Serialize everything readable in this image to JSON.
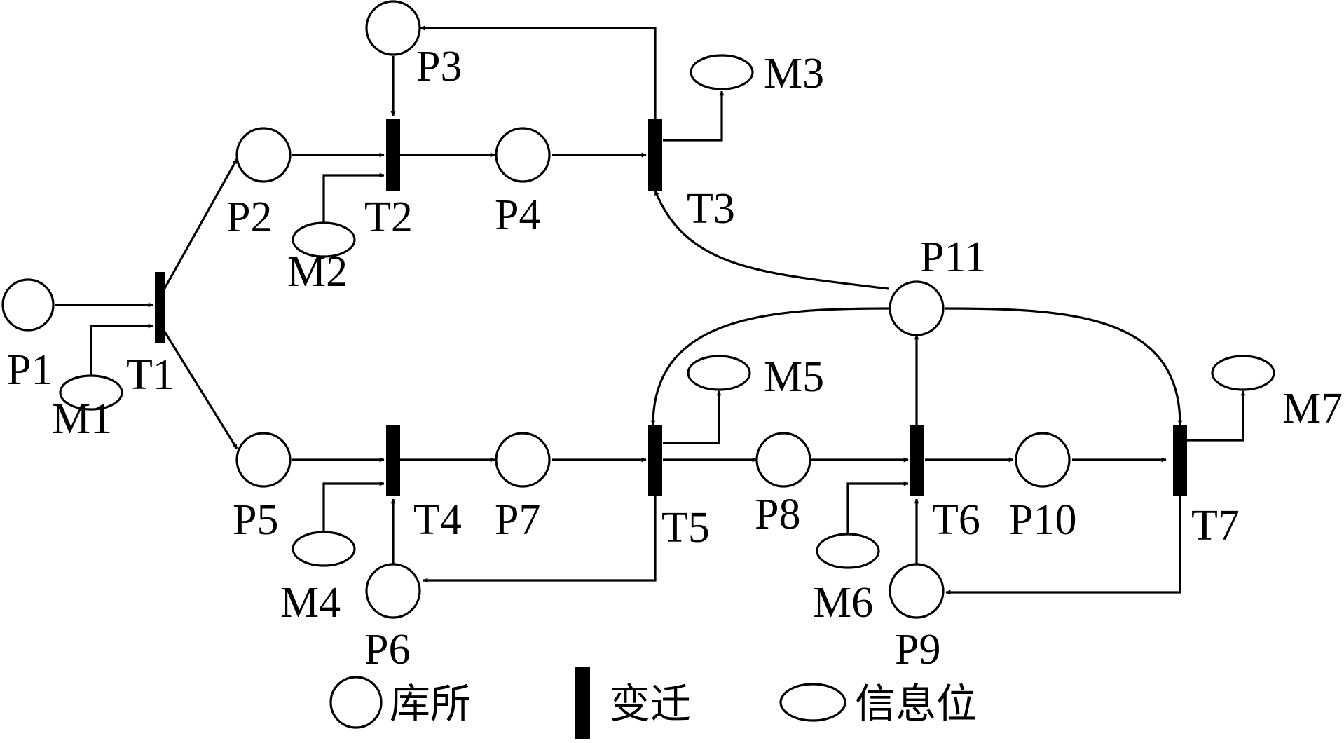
{
  "diagram": {
    "places": [
      {
        "id": "P1",
        "label": "P1"
      },
      {
        "id": "P2",
        "label": "P2"
      },
      {
        "id": "P3",
        "label": "P3"
      },
      {
        "id": "P4",
        "label": "P4"
      },
      {
        "id": "P5",
        "label": "P5"
      },
      {
        "id": "P6",
        "label": "P6"
      },
      {
        "id": "P7",
        "label": "P7"
      },
      {
        "id": "P8",
        "label": "P8"
      },
      {
        "id": "P9",
        "label": "P9"
      },
      {
        "id": "P10",
        "label": "P10"
      },
      {
        "id": "P11",
        "label": "P11"
      }
    ],
    "transitions": [
      {
        "id": "T1",
        "label": "T1"
      },
      {
        "id": "T2",
        "label": "T2"
      },
      {
        "id": "T3",
        "label": "T3"
      },
      {
        "id": "T4",
        "label": "T4"
      },
      {
        "id": "T5",
        "label": "T5"
      },
      {
        "id": "T6",
        "label": "T6"
      },
      {
        "id": "T7",
        "label": "T7"
      }
    ],
    "info_bits": [
      {
        "id": "M1",
        "label": "M1"
      },
      {
        "id": "M2",
        "label": "M2"
      },
      {
        "id": "M3",
        "label": "M3"
      },
      {
        "id": "M4",
        "label": "M4"
      },
      {
        "id": "M5",
        "label": "M5"
      },
      {
        "id": "M6",
        "label": "M6"
      },
      {
        "id": "M7",
        "label": "M7"
      }
    ],
    "arcs": [
      {
        "from": "P1",
        "to": "T1"
      },
      {
        "from": "M1",
        "to": "T1"
      },
      {
        "from": "T1",
        "to": "P2"
      },
      {
        "from": "T1",
        "to": "P5"
      },
      {
        "from": "P2",
        "to": "T2"
      },
      {
        "from": "P3",
        "to": "T2"
      },
      {
        "from": "M2",
        "to": "T2"
      },
      {
        "from": "T2",
        "to": "P4"
      },
      {
        "from": "P4",
        "to": "T3"
      },
      {
        "from": "T3",
        "to": "P3"
      },
      {
        "from": "T3",
        "to": "M3"
      },
      {
        "from": "P11",
        "to": "T3"
      },
      {
        "from": "P5",
        "to": "T4"
      },
      {
        "from": "M4",
        "to": "T4"
      },
      {
        "from": "P6",
        "to": "T4"
      },
      {
        "from": "T4",
        "to": "P7"
      },
      {
        "from": "P7",
        "to": "T5"
      },
      {
        "from": "P11",
        "to": "T5"
      },
      {
        "from": "T5",
        "to": "M5"
      },
      {
        "from": "T5",
        "to": "P8"
      },
      {
        "from": "T5",
        "to": "P6"
      },
      {
        "from": "P8",
        "to": "T6"
      },
      {
        "from": "M6",
        "to": "T6"
      },
      {
        "from": "P9",
        "to": "T6"
      },
      {
        "from": "T6",
        "to": "P11"
      },
      {
        "from": "T6",
        "to": "P10"
      },
      {
        "from": "P10",
        "to": "T7"
      },
      {
        "from": "P11",
        "to": "T7"
      },
      {
        "from": "T7",
        "to": "M7"
      },
      {
        "from": "T7",
        "to": "P9"
      }
    ]
  },
  "legend": {
    "place_label": "库所",
    "transition_label": "变迁",
    "info_label": "信息位"
  }
}
